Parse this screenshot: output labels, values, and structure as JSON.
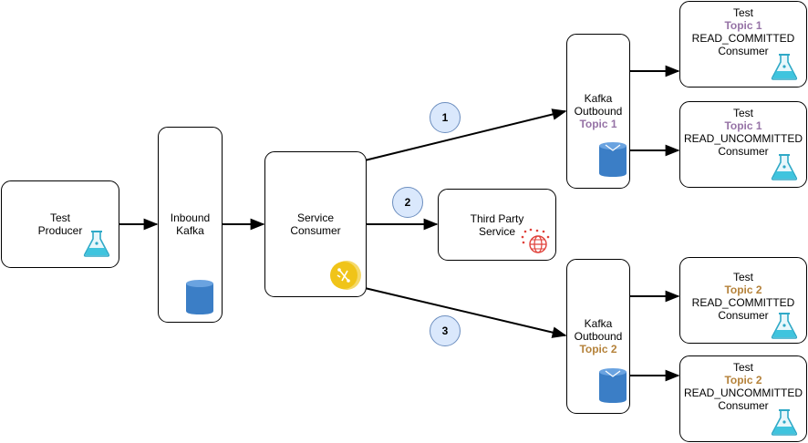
{
  "colors": {
    "topic1": "#9673a6",
    "topic2": "#b5823a",
    "step_fill": "#dae8fc",
    "step_stroke": "#6c8ebf",
    "flask": "#2fa9c7",
    "db": "#3b7ec6",
    "service_icon": "#f0c419",
    "third_party_icon": "#e0413a"
  },
  "producer": {
    "line1": "Test",
    "line2": "Producer",
    "icon": "flask-icon"
  },
  "inbound": {
    "line1": "Inbound",
    "line2": "Kafka",
    "icon": "database-icon"
  },
  "service": {
    "line1": "Service",
    "line2": "Consumer",
    "icon": "service-icon"
  },
  "third_party": {
    "line1": "Third Party",
    "line2": "Service",
    "icon": "globe-icon"
  },
  "steps": [
    "1",
    "2",
    "3"
  ],
  "outbound1": {
    "line1": "Kafka",
    "line2": "Outbound",
    "topic": "Topic 1",
    "icon": "database-icon"
  },
  "outbound2": {
    "line1": "Kafka",
    "line2": "Outbound",
    "topic": "Topic 2",
    "icon": "database-icon"
  },
  "consumers": [
    {
      "line1": "Test",
      "topic": "Topic 1",
      "mode": "READ_COMMITTED",
      "line4": "Consumer",
      "icon": "flask-icon"
    },
    {
      "line1": "Test",
      "topic": "Topic 1",
      "mode": "READ_UNCOMMITTED",
      "line4": "Consumer",
      "icon": "flask-icon"
    },
    {
      "line1": "Test",
      "topic": "Topic 2",
      "mode": "READ_COMMITTED",
      "line4": "Consumer",
      "icon": "flask-icon"
    },
    {
      "line1": "Test",
      "topic": "Topic 2",
      "mode": "READ_UNCOMMITTED",
      "line4": "Consumer",
      "icon": "flask-icon"
    }
  ]
}
